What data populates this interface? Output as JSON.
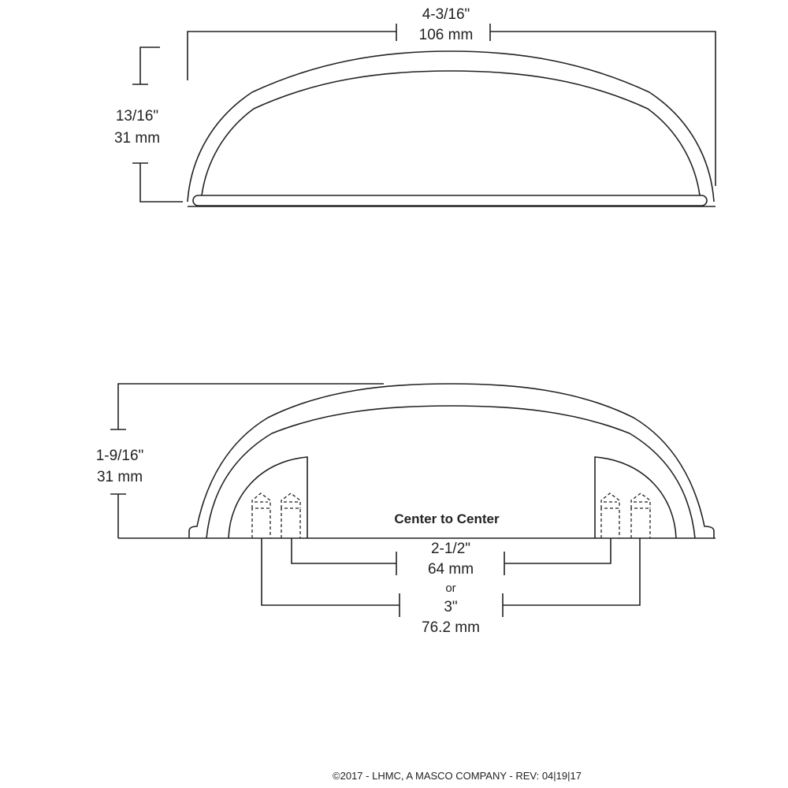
{
  "top_view": {
    "width_in": "4-3/16\"",
    "width_mm": "106 mm",
    "height_in": "13/16\"",
    "height_mm": "31 mm"
  },
  "bottom_view": {
    "height_in": "1-9/16\"",
    "height_mm": "31 mm",
    "center_label": "Center to Center",
    "cc1_in": "2-1/2\"",
    "cc1_mm": "64 mm",
    "or_label": "or",
    "cc2_in": "3\"",
    "cc2_mm": "76.2 mm"
  },
  "footer": "©2017 - LHMC, A MASCO COMPANY - REV: 04|19|17"
}
